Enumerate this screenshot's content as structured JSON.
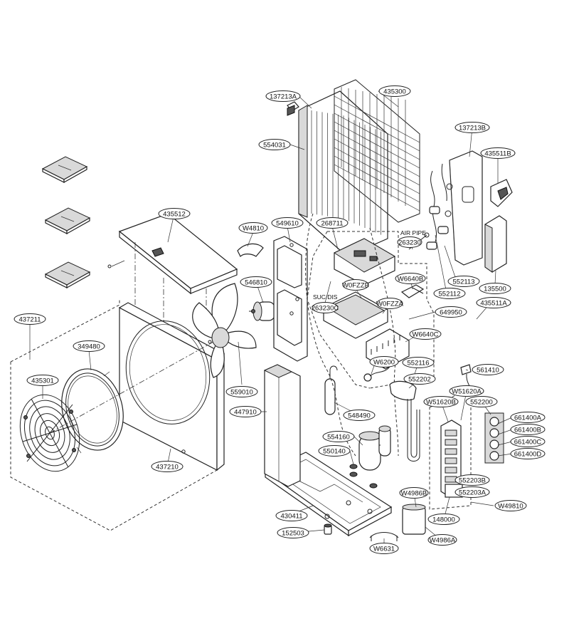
{
  "parts": {
    "p137213A": "137213A",
    "p435300": "435300",
    "p554031": "554031",
    "p137213B": "137213B",
    "p435511B": "435511B",
    "p435512": "435512",
    "pW4810": "W4810",
    "p549610": "549610",
    "p268711": "268711",
    "p263230": "263230",
    "p263230C": "263230C",
    "pW0FZZB": "W0FZZB",
    "pW0FZZA": "W0FZZA",
    "pW6640B": "W6640B",
    "p552113": "552113",
    "p552112": "552112",
    "p135500": "135500",
    "p546810": "546810",
    "p649950": "649950",
    "p435511A": "435511A",
    "pW6640C": "W6640C",
    "p437211": "437211",
    "p349480": "349480",
    "p435301": "435301",
    "pW6200": "W6200",
    "p552116": "552116",
    "p561410": "561410",
    "p552202": "552202",
    "pW51620A": "W51620A",
    "p559010": "559010",
    "pW51620B": "W51620B",
    "p552200": "552200",
    "p447910": "447910",
    "p548490": "548490",
    "p661400A": "661400A",
    "p661400B": "661400B",
    "p661400C": "661400C",
    "p661400D": "661400D",
    "p554160": "554160",
    "p550140": "550140",
    "p437210": "437210",
    "p552203B": "552203B",
    "p552203A": "552203A",
    "pW4986B": "W4986B",
    "p430411": "430411",
    "p148000": "148000",
    "pW49810": "W49810",
    "p152503": "152503",
    "pW4986A": "W4986A",
    "pW6631": "W6631"
  },
  "text_labels": {
    "air_pipe": "AIR PIPE",
    "suc_dis": "SUC/DIS"
  }
}
